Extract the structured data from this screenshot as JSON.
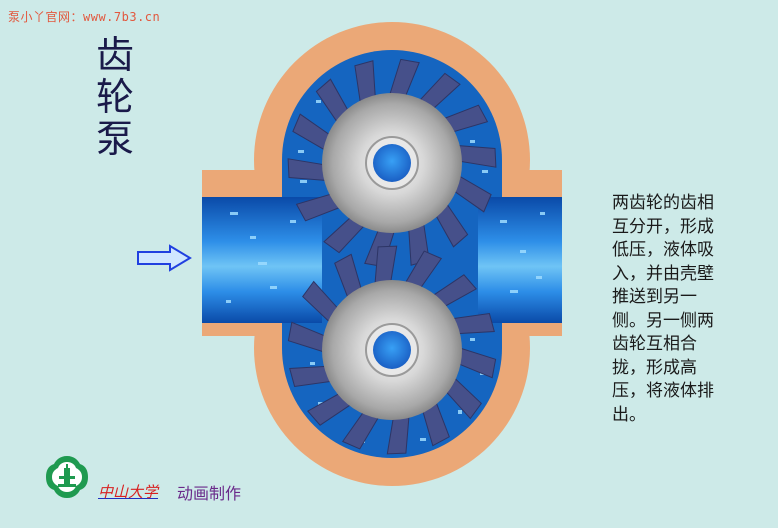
{
  "watermark": "泵小丫官网：www.7b3.cn",
  "title_chars": [
    "齿",
    "轮",
    "泵"
  ],
  "description": "两齿轮的齿相互分开，形成低压，液体吸入，并由壳壁推送到另一侧。另一侧两齿轮互相合拢，形成高压，将液体排出。",
  "footer": {
    "university": "中山大学",
    "credit": "动画制作"
  },
  "colors": {
    "background": "#cdeae8",
    "casing": "#eba877",
    "fluid": "#1565c0",
    "tooth": "#46508a",
    "arrow": "#2040e0"
  },
  "diagram": {
    "gear_tooth_count": 14,
    "icons": [
      "inlet-arrow-icon",
      "university-logo-icon"
    ]
  }
}
